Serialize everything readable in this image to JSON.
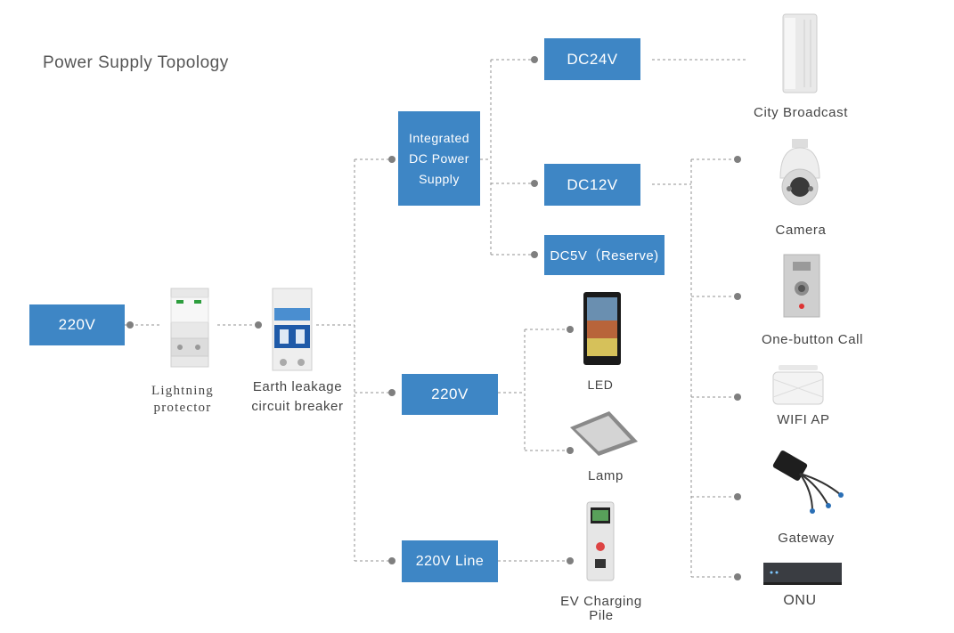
{
  "title": "Power Supply Topology",
  "nodes": {
    "src_220v": "220V",
    "integrated_dc": "Integrated\nDC Power\nSupply",
    "dc24v": "DC24V",
    "dc12v": "DC12V",
    "dc5v": "DC5V（Reserve)",
    "mid_220v": "220V",
    "line_220v": "220V Line"
  },
  "devices": {
    "lightning_protector": "Lightning\nprotector",
    "earth_leakage": "Earth leakage\ncircuit breaker",
    "city_broadcast": "City Broadcast",
    "camera": "Camera",
    "one_button_call": "One-button Call",
    "wifi_ap": "WIFI AP",
    "gateway": "Gateway",
    "onu": "ONU",
    "led": "LED",
    "lamp": "Lamp",
    "ev_charging": "EV Charging\nPile"
  },
  "colors": {
    "box": "#3e86c5",
    "line": "#888888",
    "dot": "#808080"
  }
}
